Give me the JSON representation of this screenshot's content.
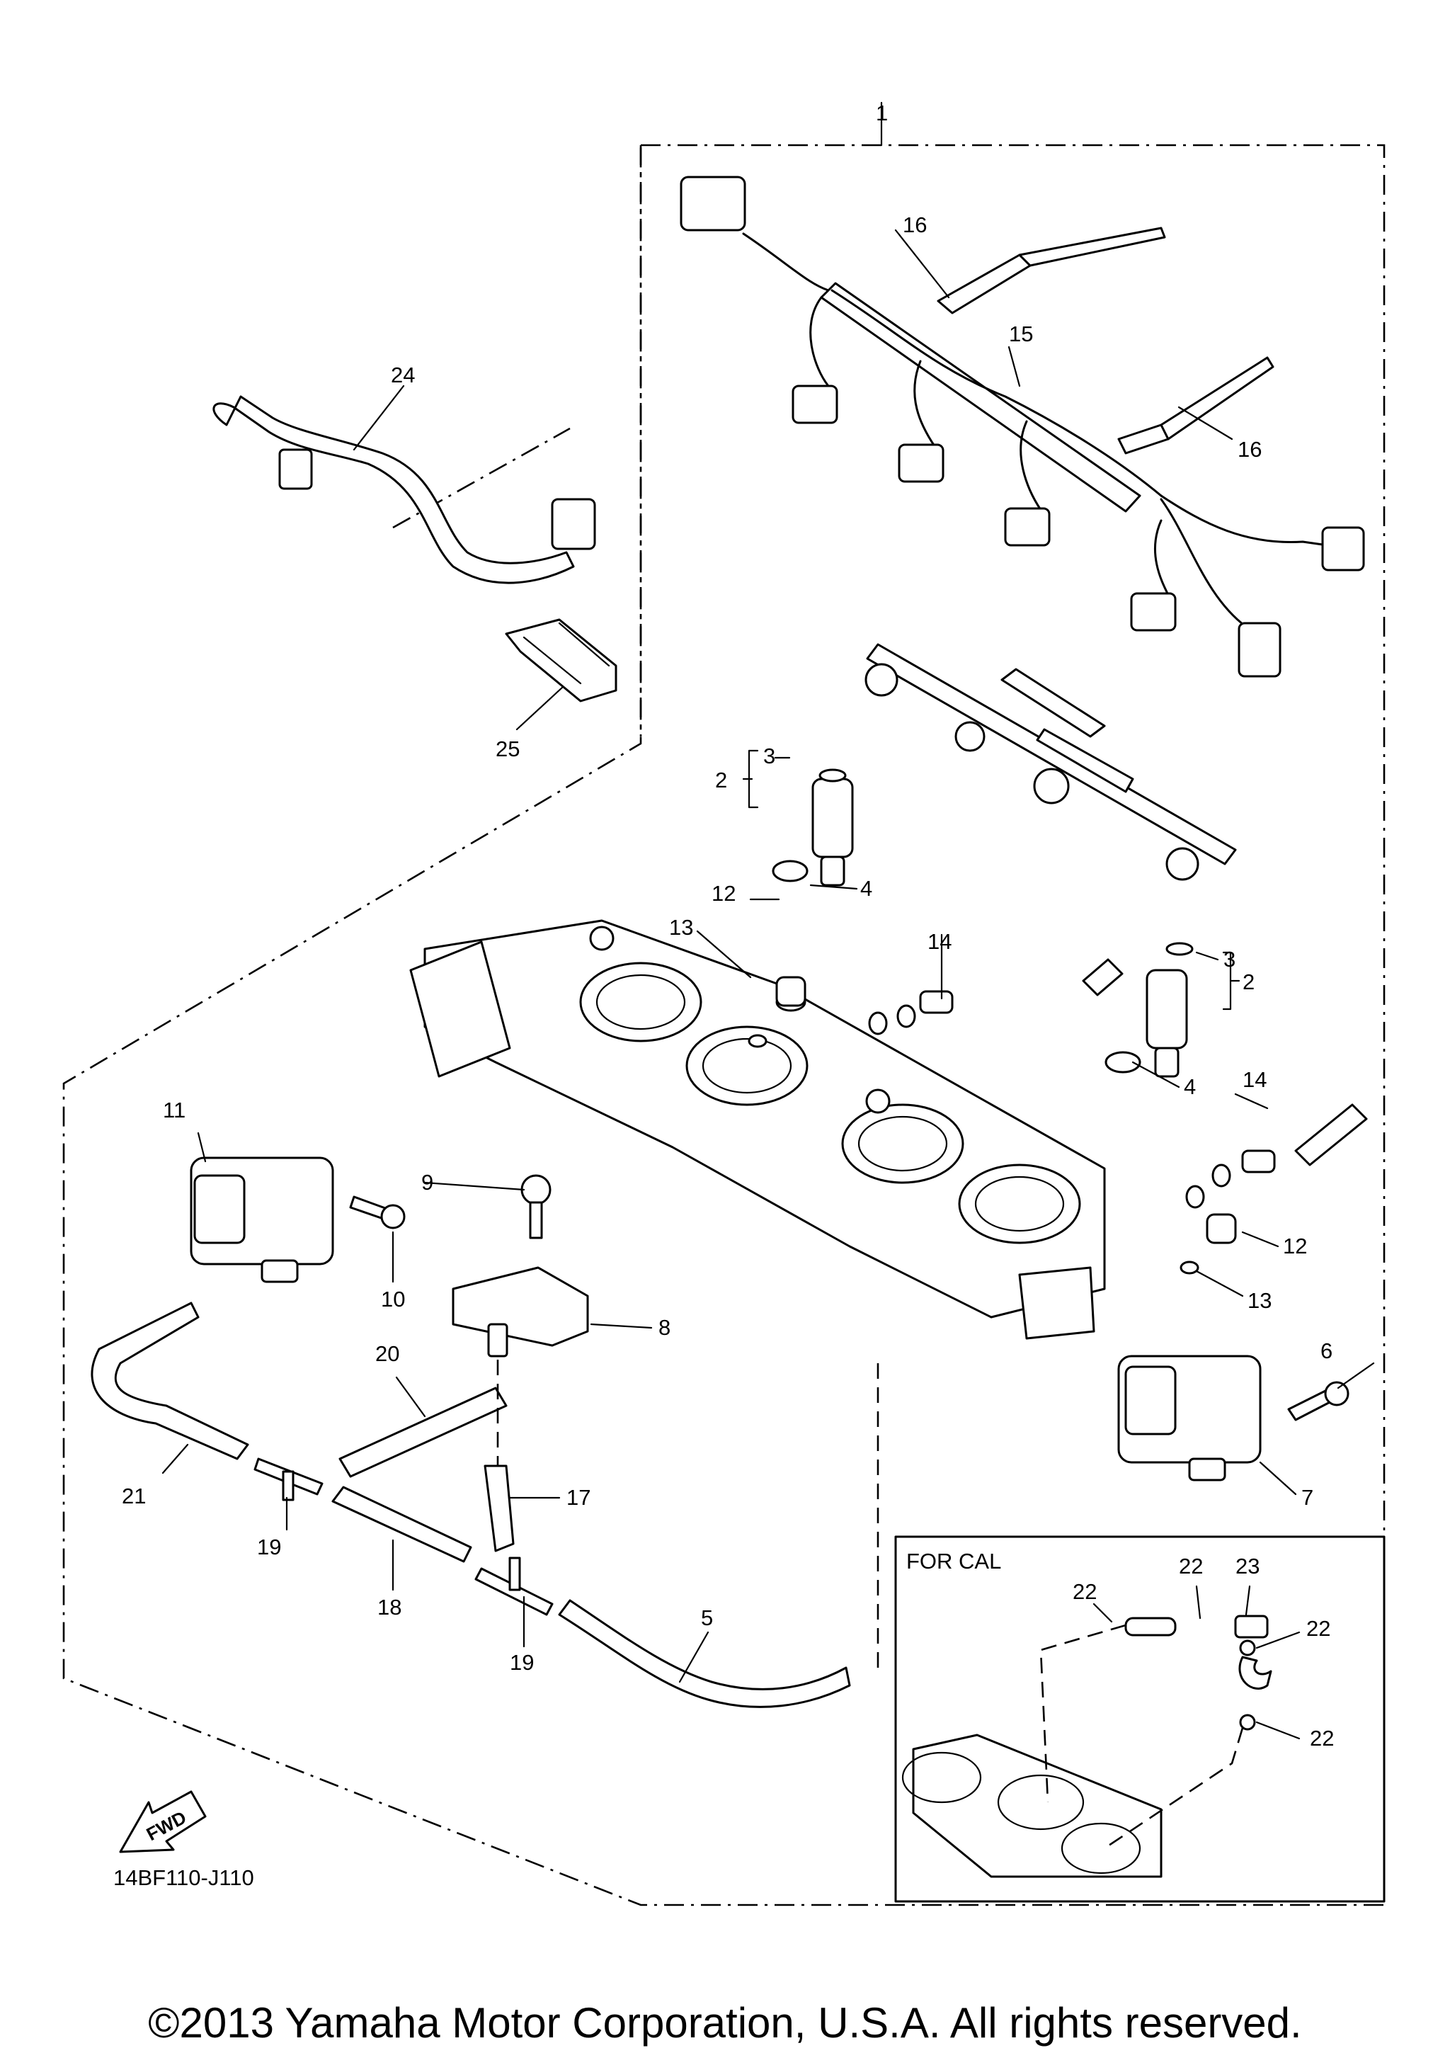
{
  "callouts": {
    "c1": "1",
    "c2a": "2",
    "c2b": "2",
    "c3a": "3",
    "c3b": "3",
    "c4a": "4",
    "c4b": "4",
    "c5": "5",
    "c6": "6",
    "c7": "7",
    "c8": "8",
    "c9": "9",
    "c10": "10",
    "c11": "11",
    "c12a": "12",
    "c12b": "12",
    "c13a": "13",
    "c13b": "13",
    "c14a": "14",
    "c14b": "14",
    "c15": "15",
    "c16a": "16",
    "c16b": "16",
    "c17": "17",
    "c18": "18",
    "c19a": "19",
    "c19b": "19",
    "c20": "20",
    "c21": "21",
    "c22a": "22",
    "c22b": "22",
    "c22c": "22",
    "c22d": "22",
    "c23": "23",
    "c24": "24",
    "c25": "25"
  },
  "inset": {
    "title": "FOR CAL"
  },
  "fwd_badge": "FWD",
  "diagram_code": "14BF110-J110",
  "copyright": "©2013 Yamaha Motor Corporation, U.S.A. All rights reserved."
}
